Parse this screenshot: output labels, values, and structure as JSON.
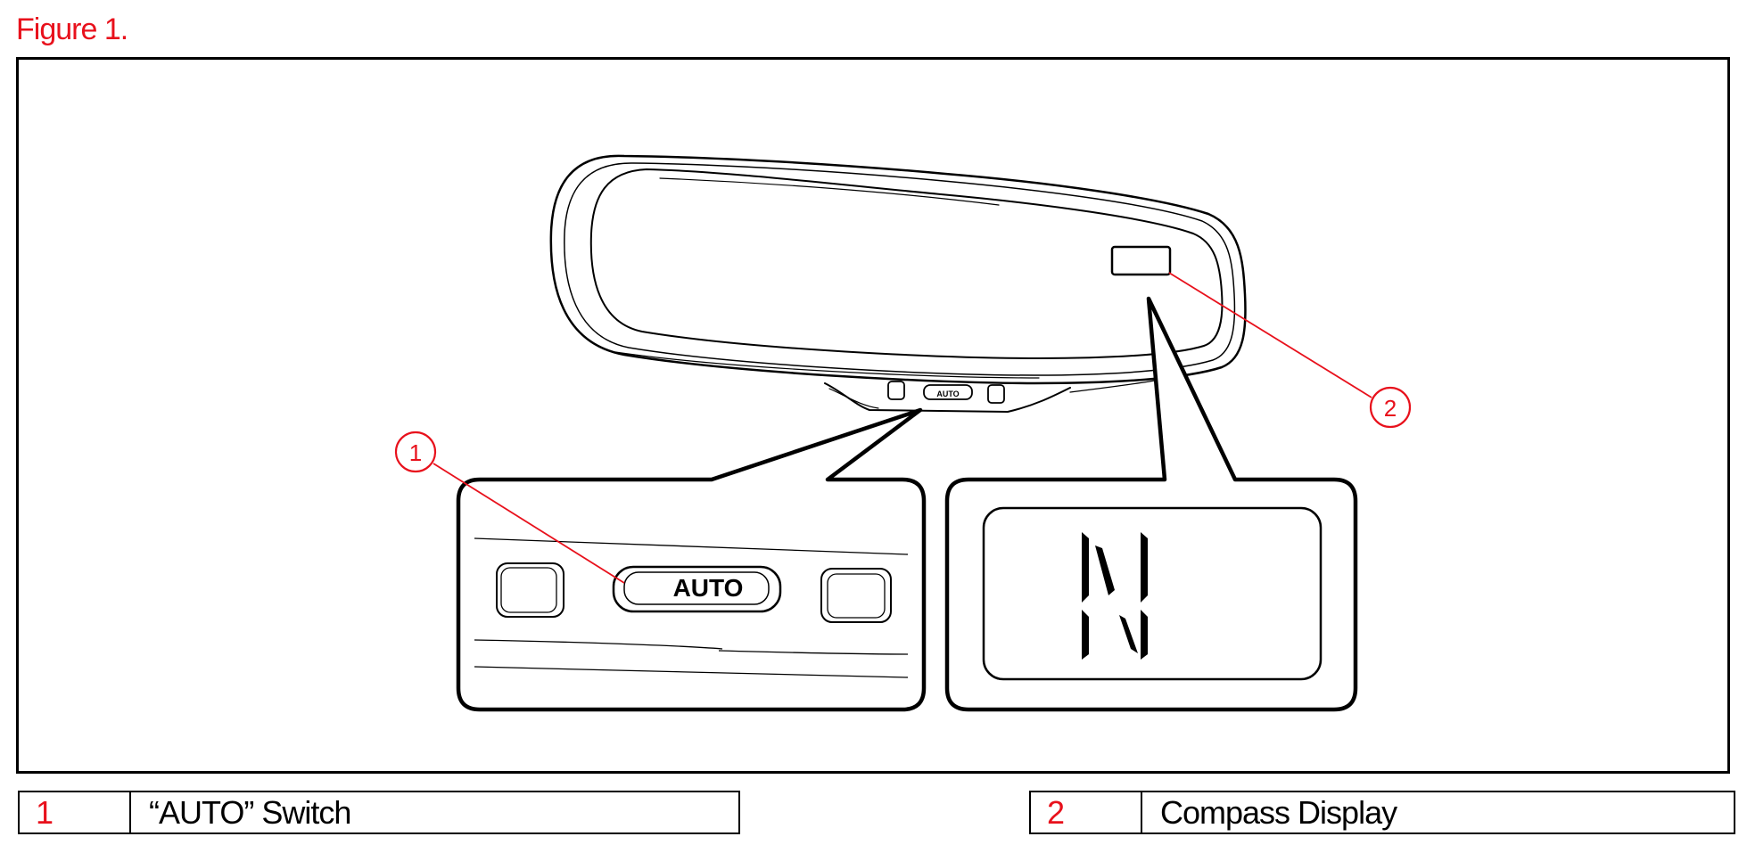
{
  "figure_title": "Figure 1.",
  "switch_label": "AUTO",
  "mini_switch_label": "AUTO",
  "compass_heading": "N",
  "callouts": [
    {
      "number": "1"
    },
    {
      "number": "2"
    }
  ],
  "legend": [
    {
      "number": "1",
      "description": "“AUTO” Switch"
    },
    {
      "number": "2",
      "description": "Compass Display"
    }
  ],
  "colors": {
    "callout": "#e8111c",
    "line": "#000000",
    "background": "#ffffff"
  }
}
